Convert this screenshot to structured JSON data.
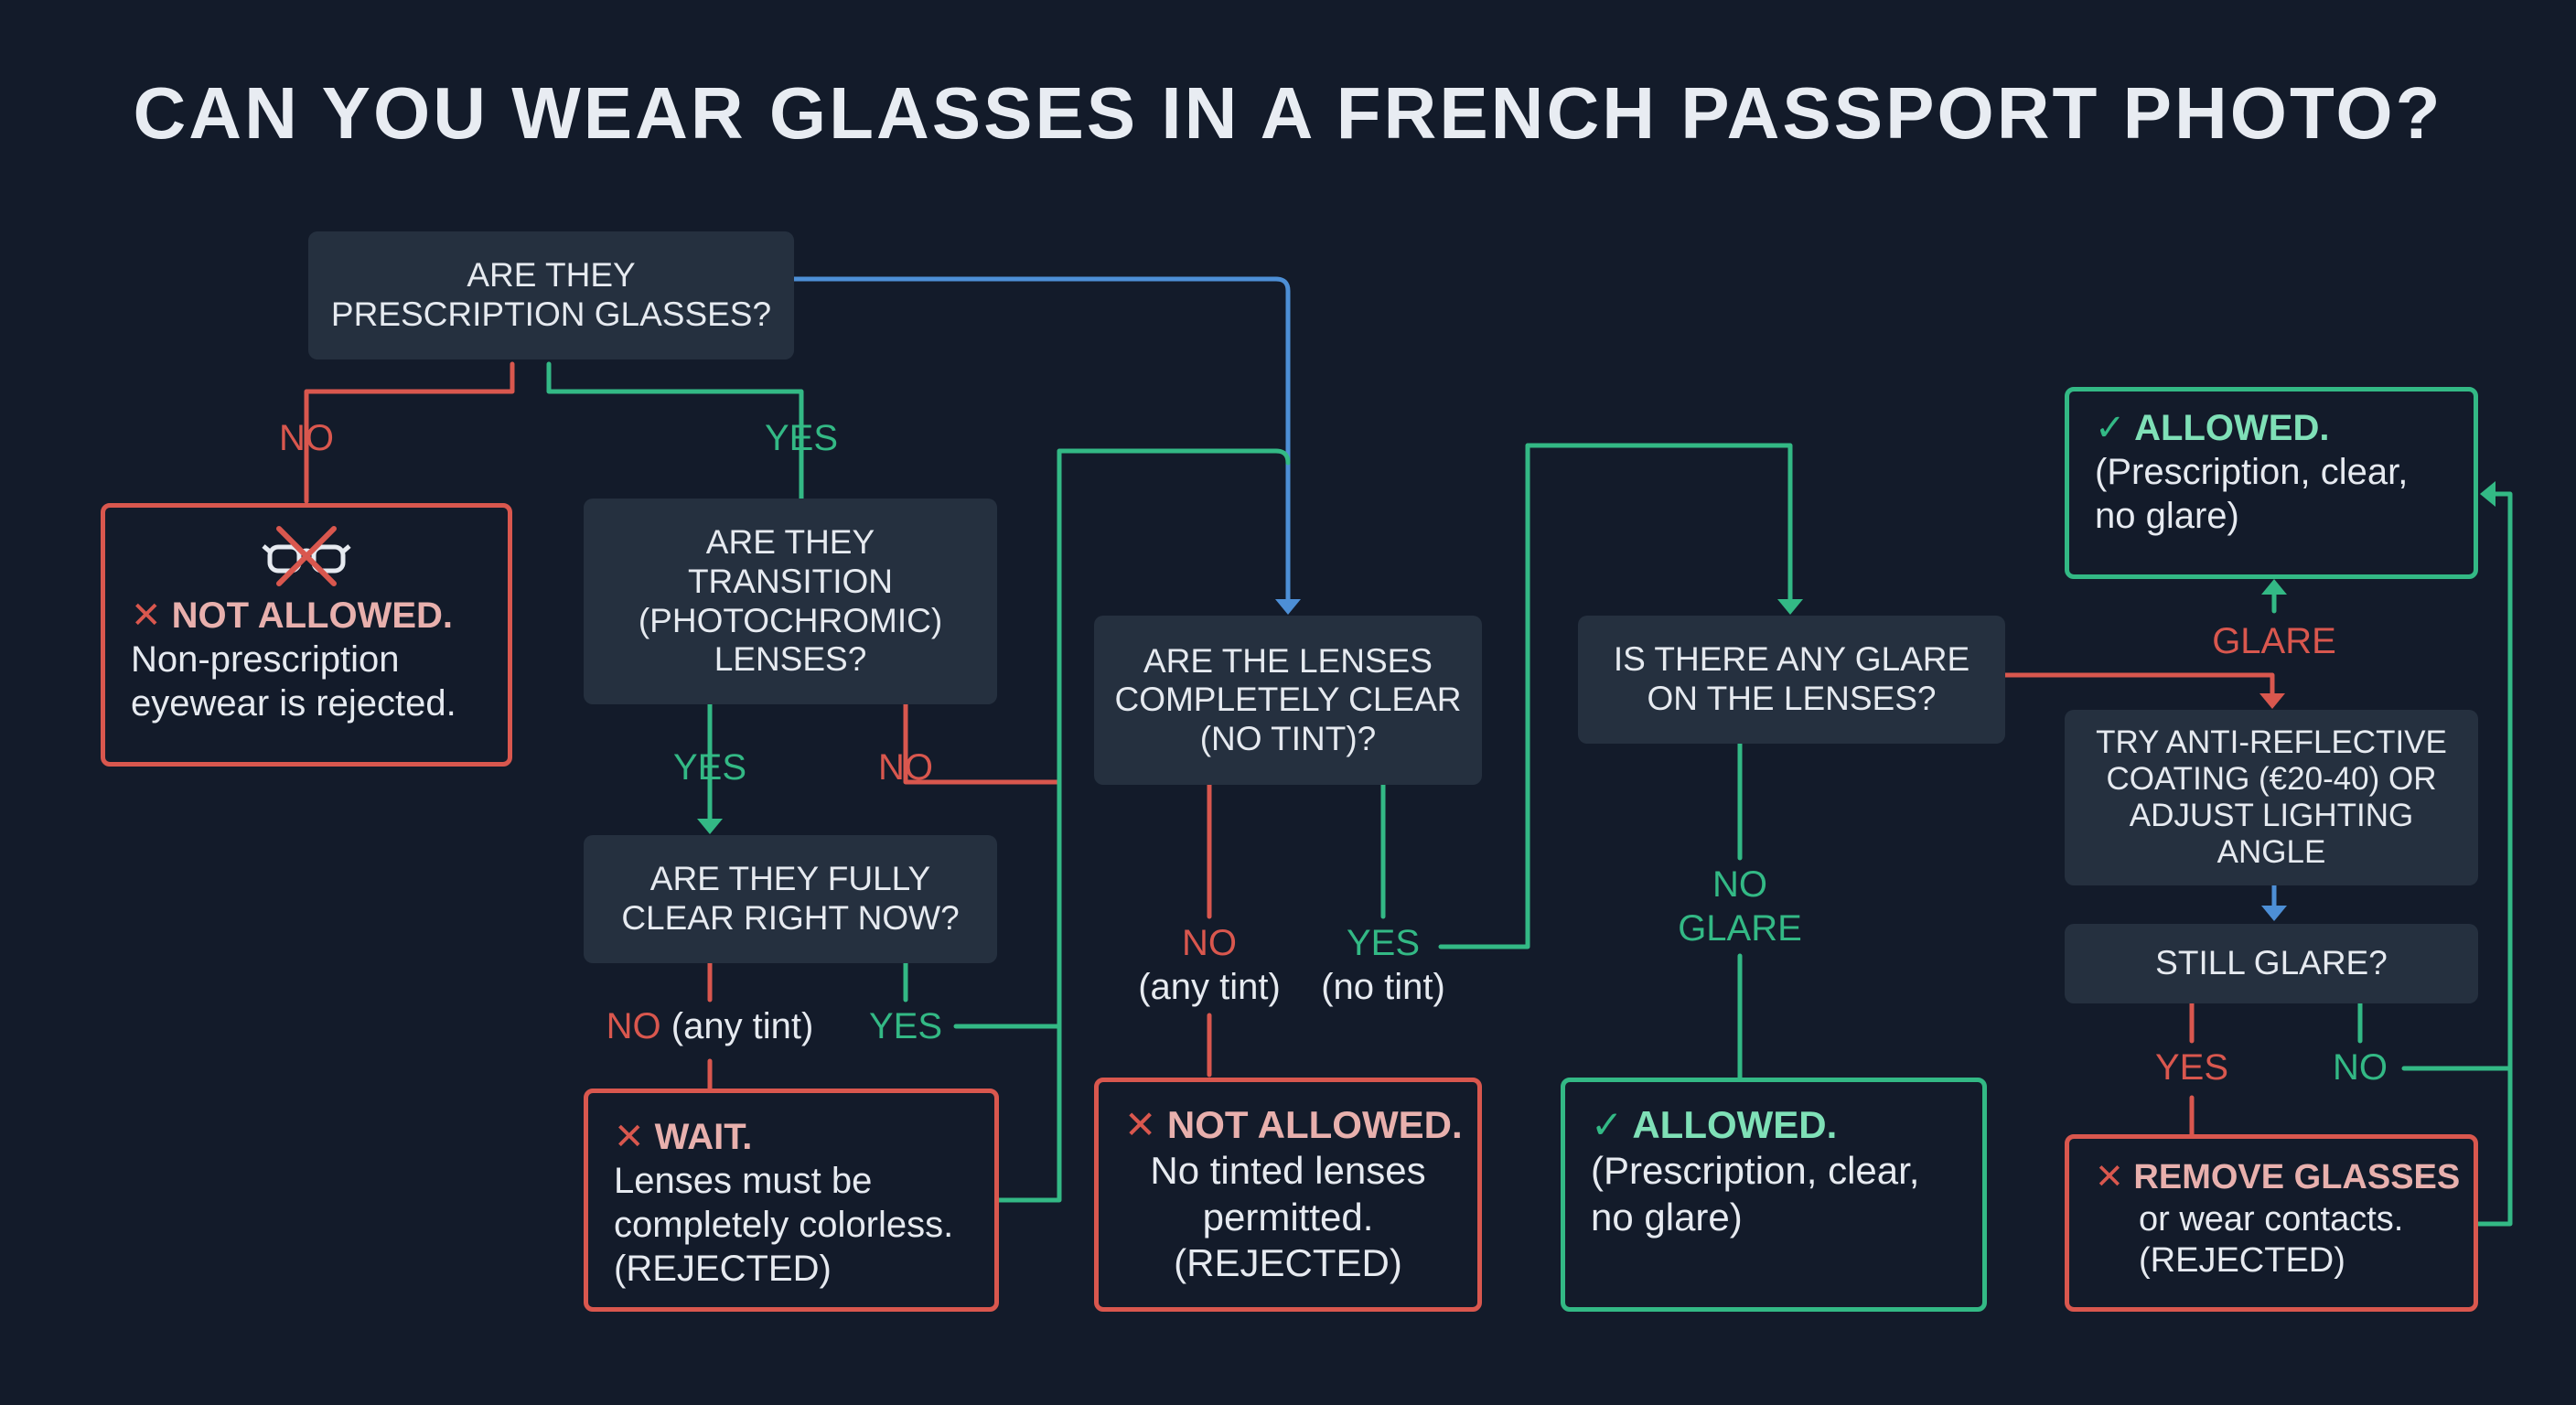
{
  "title": "CAN YOU WEAR GLASSES IN A FRENCH PASSPORT PHOTO?",
  "colors": {
    "background": "#131b2a",
    "red": "#d9574e",
    "green": "#33b985",
    "blue": "#4d8fd6",
    "node": "#25303f"
  },
  "questions": {
    "prescription": [
      "ARE THEY",
      "PRESCRIPTION GLASSES?"
    ],
    "transition": [
      "ARE THEY",
      "TRANSITION",
      "(PHOTOCHROMIC)",
      "LENSES?"
    ],
    "fully_clear": [
      "ARE THEY FULLY",
      "CLEAR RIGHT NOW?"
    ],
    "lenses_clear": [
      "ARE THE LENSES",
      "COMPLETELY CLEAR",
      "(NO TINT)?"
    ],
    "glare": [
      "IS THERE ANY GLARE",
      "ON THE LENSES?"
    ],
    "anti_reflective": [
      "TRY ANTI-REFLECTIVE",
      "COATING (€20-40) OR",
      "ADJUST LIGHTING",
      "ANGLE"
    ],
    "still_glare": [
      "STILL GLARE?"
    ]
  },
  "results": {
    "not_allowed_nonrx": {
      "mark": "✕",
      "head": "NOT ALLOWED.",
      "lines": [
        "Non-prescription",
        "eyewear is rejected."
      ],
      "icon": "crossed-glasses-icon"
    },
    "wait": {
      "mark": "✕",
      "head": "WAIT.",
      "lines": [
        "Lenses must be",
        "completely colorless.",
        "(REJECTED)"
      ]
    },
    "not_allowed_tint": {
      "mark": "✕",
      "head": "NOT ALLOWED.",
      "lines": [
        "No tinted lenses",
        "permitted.",
        "(REJECTED)"
      ]
    },
    "allowed_bottom": {
      "mark": "✓",
      "head": "ALLOWED.",
      "lines": [
        "(Prescription, clear,",
        "no glare)"
      ]
    },
    "allowed_top": {
      "mark": "✓",
      "head": "ALLOWED.",
      "lines": [
        "(Prescription, clear,",
        "no glare)"
      ]
    },
    "remove_glasses": {
      "mark": "✕",
      "head": "REMOVE GLASSES",
      "lines": [
        "or wear contacts.",
        "(REJECTED)"
      ]
    }
  },
  "labels": {
    "rx_no": "NO",
    "rx_yes": "YES",
    "tr_yes": "YES",
    "tr_no": "NO",
    "fc_no": "NO",
    "fc_no_note": "(any tint)",
    "fc_yes": "YES",
    "lc_no": "NO",
    "lc_no_note": "(any tint)",
    "lc_yes": "YES",
    "lc_yes_note": "(no tint)",
    "gl_no": "NO",
    "gl_no2": "GLARE",
    "gl_yes": "GLARE",
    "sg_yes": "YES",
    "sg_no": "NO"
  }
}
